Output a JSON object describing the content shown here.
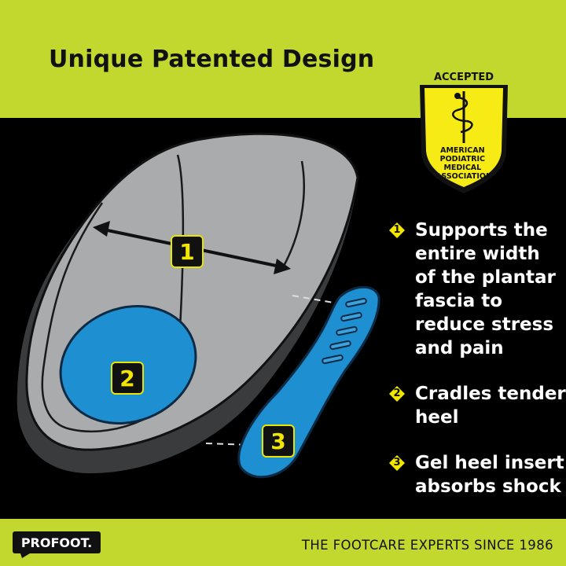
{
  "header": {
    "title": "Unique Patented Design"
  },
  "seal": {
    "top_text": "ACCEPTED",
    "lines": [
      "AMERICAN",
      "PODIATRIC",
      "MEDICAL",
      "ASSOCIATION"
    ]
  },
  "callouts": [
    "1",
    "2",
    "3"
  ],
  "benefits": [
    {
      "number": "1",
      "text": "Supports the entire width of the plantar fascia to reduce stress and pain"
    },
    {
      "number": "2",
      "text": "Cradles tender heel"
    },
    {
      "number": "3",
      "text": "Gel heel insert absorbs shock"
    }
  ],
  "footer": {
    "logo": "PROFOOT.",
    "tagline": "THE FOOTCARE EXPERTS SINCE 1986"
  },
  "colors": {
    "band": "#c3d82e",
    "background": "#000000",
    "gel_blue": "#1e8fd0",
    "insole_gray": "#a9abad",
    "seal_yellow": "#f6eb14",
    "marker_yellow": "#f2e600"
  }
}
